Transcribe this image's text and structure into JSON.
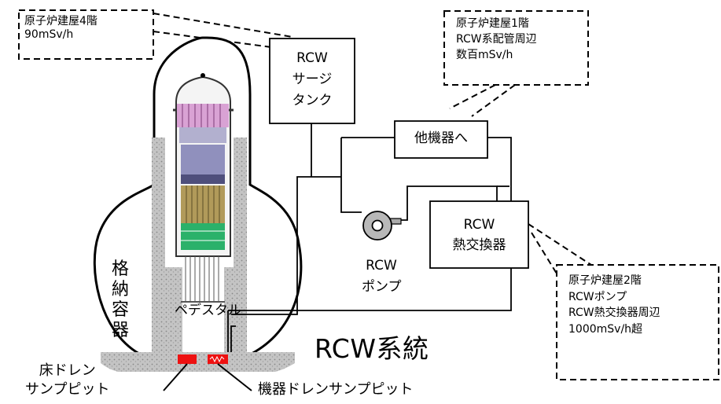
{
  "callouts": {
    "floor4": {
      "line1": "原子炉建屋4階",
      "line2": "90mSv/h"
    },
    "floor1": {
      "line1": "原子炉建屋1階",
      "line2": "RCW系配管周辺",
      "line3": "数百mSv/h"
    },
    "floor2": {
      "line1": "原子炉建屋2階",
      "line2": "RCWポンプ",
      "line3": "RCW熱交換器周辺",
      "line4": "1000mSv/h超"
    }
  },
  "components": {
    "surge_tank": {
      "line1": "RCW",
      "line2": "サージ",
      "line3": "タンク"
    },
    "other_equipment": {
      "label": "他機器へ"
    },
    "heat_exchanger": {
      "line1": "RCW",
      "line2": "熱交換器"
    },
    "pump": {
      "line1": "RCW",
      "line2": "ポンプ"
    }
  },
  "labels": {
    "containment": "格納容器",
    "pedestal": "ペデスタル",
    "system": "RCW系統",
    "floor_drain_sump": {
      "line1": "床ドレン",
      "line2": "サンプピット"
    },
    "equipment_drain_sump": "機器ドレンサンプピット"
  },
  "colors": {
    "sump": "#ee1111",
    "line": "#000000",
    "concrete": "#bcbcbc"
  }
}
